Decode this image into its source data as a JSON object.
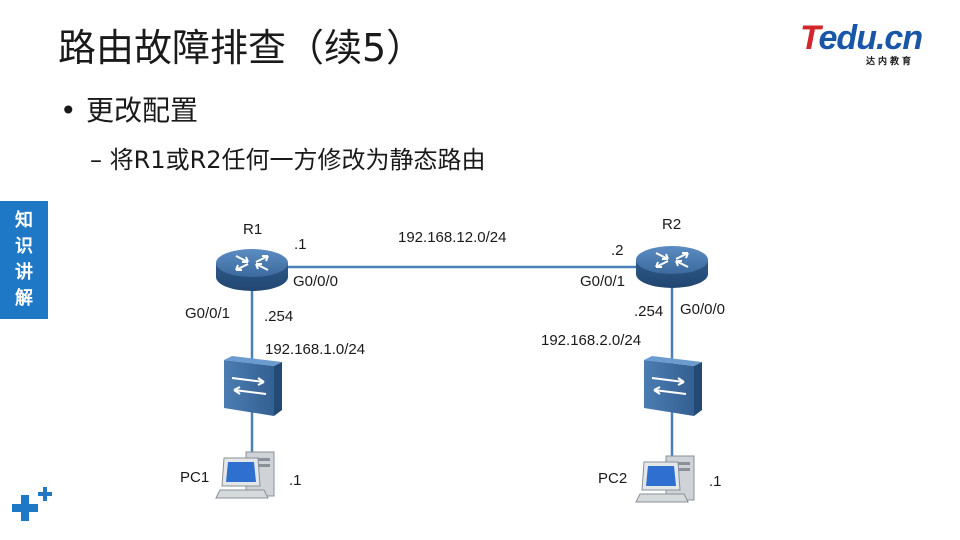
{
  "slide": {
    "title": "路由故障排查（续5）",
    "bullet_main": "更改配置",
    "bullet_sub": "– 将R1或R2任何一方修改为静态路由",
    "side_tab": [
      "知",
      "识",
      "讲",
      "解"
    ]
  },
  "logo": {
    "brand_first": "T",
    "brand_rest": "edu.cn",
    "subtitle": "达内教育",
    "accent_red": "#d3252c",
    "accent_blue": "#1a56a8"
  },
  "topology": {
    "link_color": "#4a80b8",
    "device_color": "#3f6fa3",
    "r1": {
      "name": "R1",
      "ip_wan": ".1",
      "port_wan": "G0/0/0",
      "port_lan": "G0/0/1",
      "ip_lan": ".254",
      "lan_network": "192.168.1.0/24"
    },
    "r2": {
      "name": "R2",
      "ip_wan": ".2",
      "port_wan": "G0/0/1",
      "port_lan": "G0/0/0",
      "ip_lan": ".254",
      "lan_network": "192.168.2.0/24"
    },
    "wan_network": "192.168.12.0/24",
    "pc1": {
      "name": "PC1",
      "ip": ".1"
    },
    "pc2": {
      "name": "PC2",
      "ip": ".1"
    },
    "icons": [
      "router-icon",
      "switch-icon",
      "pc-icon"
    ]
  }
}
